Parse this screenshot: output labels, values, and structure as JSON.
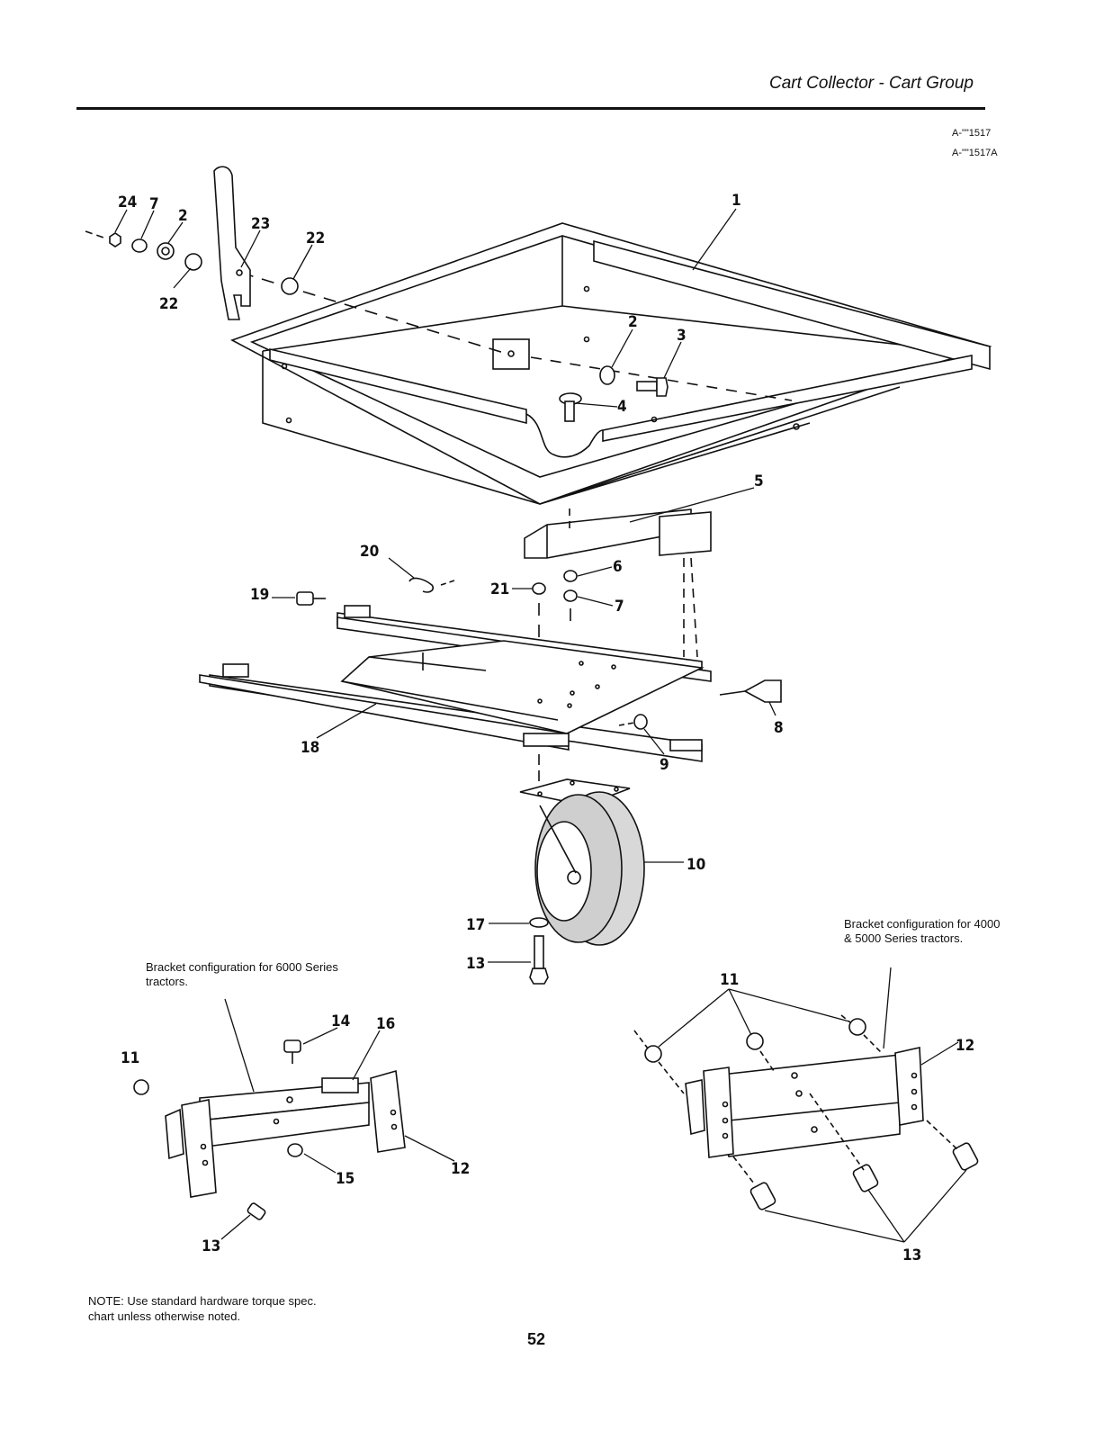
{
  "header": {
    "title": "Cart Collector - Cart Group"
  },
  "drawing_refs": [
    "A-\"\"1517",
    "A-\"\"1517A"
  ],
  "callouts": {
    "c1": "1",
    "c2a": "2",
    "c2b": "2",
    "c3": "3",
    "c4": "4",
    "c5": "5",
    "c6": "6",
    "c7a": "7",
    "c7b": "7",
    "c8": "8",
    "c9": "9",
    "c10": "10",
    "c11a": "11",
    "c11b": "11",
    "c12a": "12",
    "c12b": "12",
    "c13a": "13",
    "c13b": "13",
    "c13c": "13",
    "c14": "14",
    "c15": "15",
    "c16": "16",
    "c17": "17",
    "c18": "18",
    "c19": "19",
    "c20": "20",
    "c21": "21",
    "c22a": "22",
    "c22b": "22",
    "c23": "23",
    "c24": "24"
  },
  "captions": {
    "left": "Bracket configuration for 6000 Series tractors.",
    "right": "Bracket configuration for 4000 & 5000 Series tractors."
  },
  "note": "NOTE: Use standard hardware torque spec. chart unless otherwise noted.",
  "page_number": "52"
}
